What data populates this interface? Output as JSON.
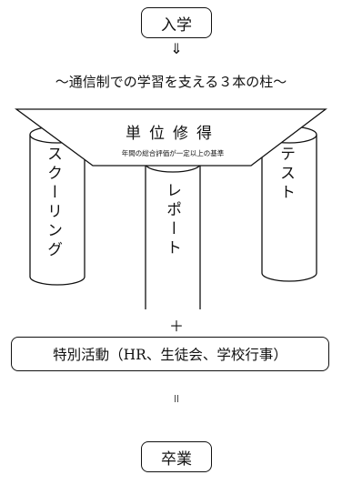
{
  "flow": {
    "enrollment": "入学",
    "down_arrow": "⇓",
    "tagline": "～通信制での学習を支える３本の柱～",
    "plus": "＋",
    "special_activities": "特別活動（HR、生徒会、学校行事）",
    "equals": "＝",
    "graduation": "卒業"
  },
  "roof": {
    "title": "単位修得",
    "subtitle": "年間の総合評価が一定以上の基準"
  },
  "pillars": [
    {
      "label": "スクーリング"
    },
    {
      "label": "レポート"
    },
    {
      "label": "テスト"
    }
  ]
}
